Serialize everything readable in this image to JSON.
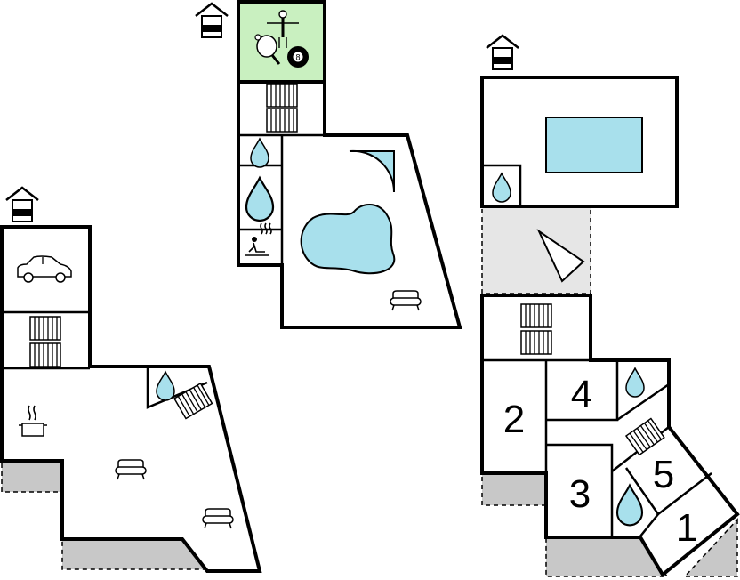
{
  "colors": {
    "wall": "#000000",
    "water": "#a8e0ec",
    "game_room": "#c9f0c0",
    "terrace": "#c8c8c8",
    "open_area": "#e6e6e6"
  },
  "icons": [
    "house-floor-icon",
    "car-icon",
    "stairs-icon",
    "water-drop-icon",
    "cooking-pot-icon",
    "sofa-icon",
    "table-football-icon",
    "table-tennis-icon",
    "billiard-ball-icon",
    "sauna-icon",
    "pool-icon",
    "whirlpool-icon"
  ],
  "billiard_ball": "8",
  "bedrooms": [
    "1",
    "2",
    "3",
    "4",
    "5"
  ]
}
